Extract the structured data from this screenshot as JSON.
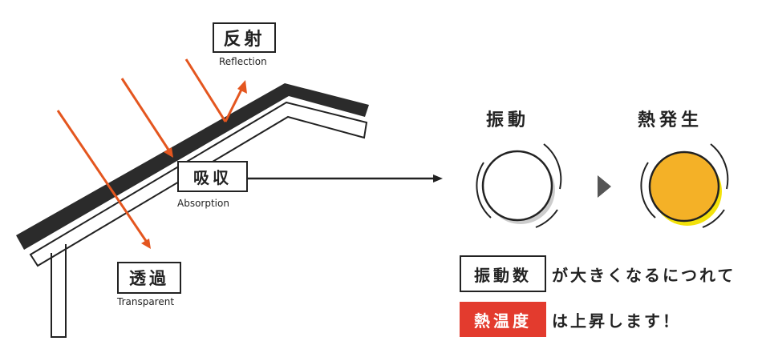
{
  "labels": {
    "reflection_jp": "反射",
    "reflection_en": "Reflection",
    "absorption_jp": "吸収",
    "absorption_en": "Absorption",
    "transparent_jp": "透過",
    "transparent_en": "Transparent"
  },
  "headings": {
    "vibration": "振動",
    "heat": "熱発生"
  },
  "caption": {
    "freq_box": "振動数",
    "line1": "が大きくなるにつれて",
    "temp_box": "熱温度",
    "line2": "は上昇します！"
  },
  "colors": {
    "ray": "#e4561f",
    "roof": "#2b2b2b",
    "hot_fill": "#f4b127",
    "hot_shadow": "#f3e20a",
    "temp_box": "#e33b2e",
    "circle_shadow": "#cccccc"
  },
  "icons": {
    "arrow_triangle": "play-triangle-icon"
  }
}
